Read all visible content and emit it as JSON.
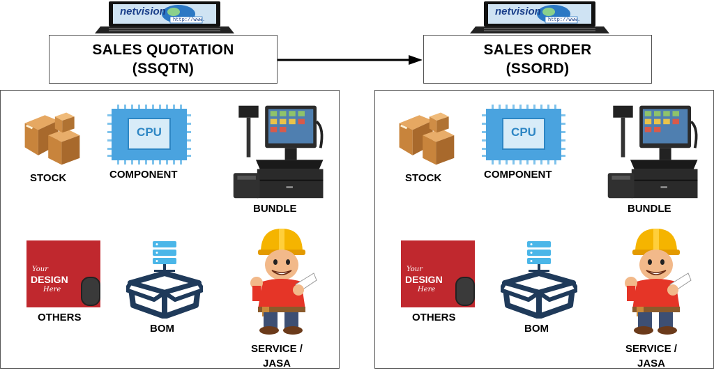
{
  "logo": {
    "brand": "netvision",
    "url_text": "http://www."
  },
  "flow": [
    {
      "title": [
        "SALES QUOTATION",
        "(SSQTN)"
      ],
      "items": {
        "stock": "STOCK",
        "component": "COMPONENT",
        "component_chip": "CPU",
        "bundle": "BUNDLE",
        "others": "OTHERS",
        "others_art": [
          "Your",
          "DESIGN",
          "Here"
        ],
        "bom": "BOM",
        "service": [
          "SERVICE /",
          "JASA"
        ]
      }
    },
    {
      "title": [
        "SALES ORDER",
        "(SSORD)"
      ],
      "items": {
        "stock": "STOCK",
        "component": "COMPONENT",
        "component_chip": "CPU",
        "bundle": "BUNDLE",
        "others": "OTHERS",
        "others_art": [
          "Your",
          "DESIGN",
          "Here"
        ],
        "bom": "BOM",
        "service": [
          "SERVICE /",
          "JASA"
        ]
      }
    }
  ],
  "colors": {
    "box_brown": "#c8843c",
    "cpu_blue": "#4aa3df",
    "others_red": "#c0282e",
    "bom_navy": "#1f3a5a",
    "worker_helmet": "#f5b400",
    "worker_shirt": "#e53527"
  }
}
